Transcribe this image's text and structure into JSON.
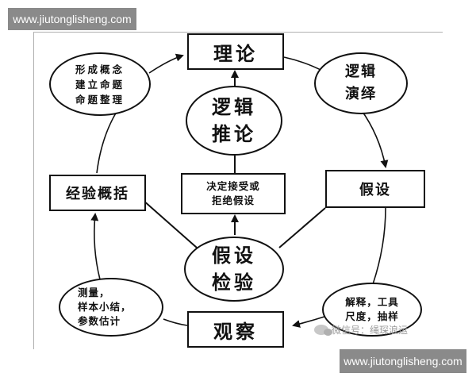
{
  "watermarks": {
    "top": "www.jiutonglisheng.com",
    "bottom": "www.jiutonglisheng.com"
  },
  "nodes": {
    "theory": "理论",
    "logic_reasoning": [
      "逻辑",
      "推论"
    ],
    "logic_deduction": [
      "逻辑",
      "演绎"
    ],
    "hypothesis": "假设",
    "decide": [
      "决定接受或",
      "拒绝假设"
    ],
    "empirical_generalization": "经验概括",
    "concepts": [
      "形成概念",
      "建立命题",
      "命题整理"
    ],
    "hypothesis_test": [
      "假设",
      "检验"
    ],
    "measurement": [
      "测量，",
      "样本小结，",
      "参数估计"
    ],
    "observation": "观察",
    "tools": [
      "解释，工具",
      "尺度，抽样"
    ]
  },
  "wechat_label": "微信号：绳琛浪运"
}
